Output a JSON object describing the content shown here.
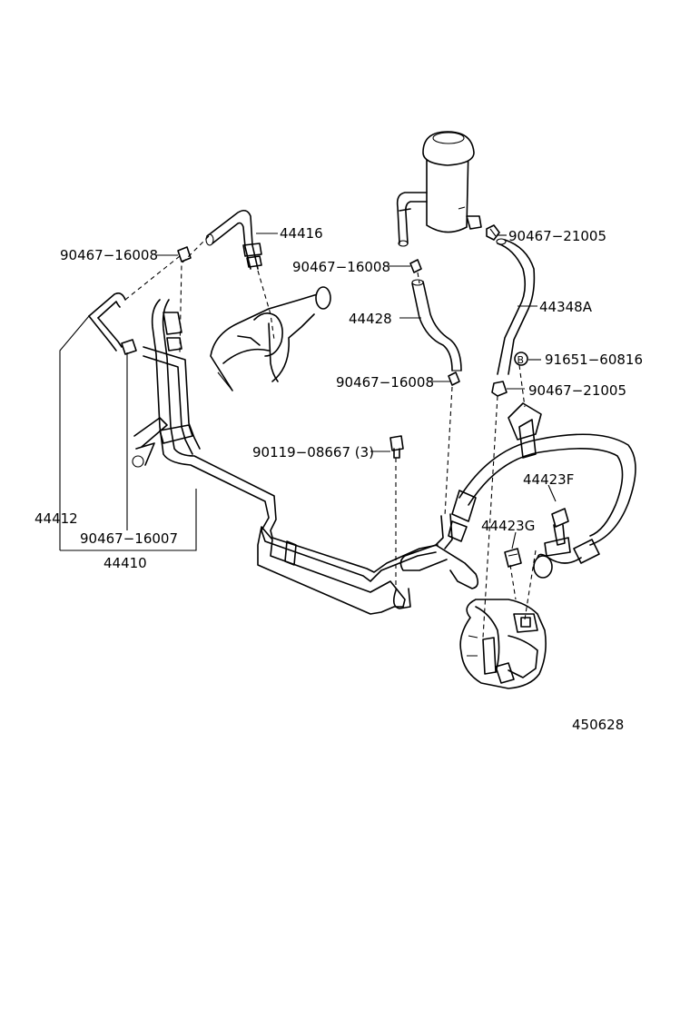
{
  "diagram_id": "450628",
  "labels": {
    "p44416": "44416",
    "p90467_16008_a": "90467−16008",
    "p90467_16008_b": "90467−16008",
    "p90467_16008_c": "90467−16008",
    "p90467_21005_a": "90467−21005",
    "p90467_21005_b": "90467−21005",
    "p44348A": "44348A",
    "p44428": "44428",
    "p91651_60816": "91651−60816",
    "p90119_08667": "90119−08667 (3)",
    "p44423F": "44423F",
    "p44423G": "44423G",
    "p44412": "44412",
    "p90467_16007": "90467−16007",
    "p44410": "44410",
    "bolt_marker": "B"
  }
}
